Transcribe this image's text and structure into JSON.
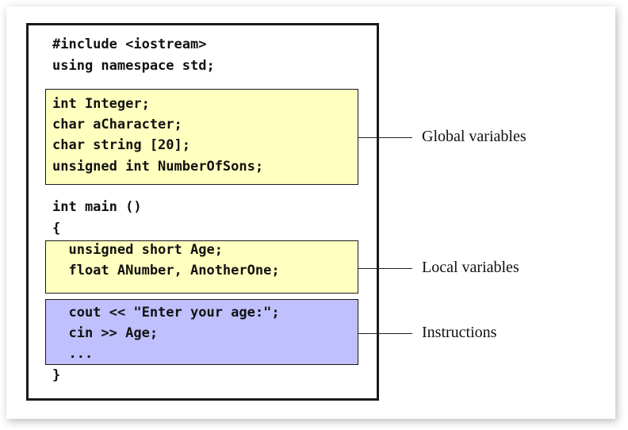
{
  "diagram": {
    "code_header": [
      "#include <iostream>",
      "using namespace std;"
    ],
    "global_block": {
      "lines": [
        "int Integer;",
        "char aCharacter;",
        "char string [20];",
        "unsigned int NumberOfSons;"
      ],
      "fill": "#ffffc0"
    },
    "main_header": [
      "int main ()",
      "{"
    ],
    "local_block": {
      "lines": [
        "  unsigned short Age;",
        "  float ANumber, AnotherOne;"
      ],
      "fill": "#ffffc0"
    },
    "instructions_block": {
      "lines": [
        "  cout << \"Enter your age:\";",
        "  cin >> Age;",
        "  ..."
      ],
      "fill": "#c0c0ff"
    },
    "closing_brace": "}",
    "callouts": {
      "global": "Global variables",
      "local": "Local variables",
      "instructions": "Instructions"
    }
  }
}
